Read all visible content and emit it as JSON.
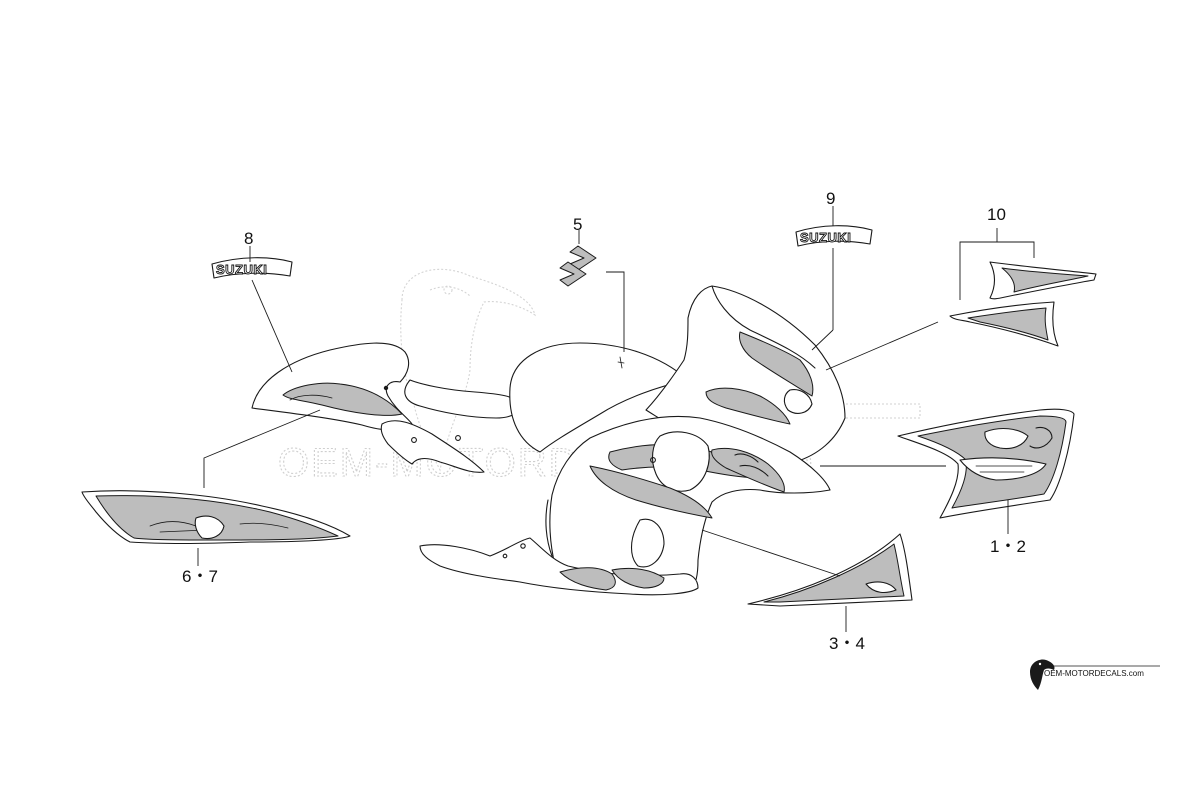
{
  "watermark": {
    "text": "OEM-MOTORDECALS.com"
  },
  "emblems": {
    "left": "SUZUKI",
    "right": "SUZUKI"
  },
  "callouts": {
    "c1": "1・2",
    "c2": "3・4",
    "c3": "5",
    "c4": "6・7",
    "c5": "8",
    "c6": "9",
    "c7": "10"
  },
  "footer": {
    "site": "OEM-MOTORDECALS.com"
  },
  "colors": {
    "line": "#1a1a1a",
    "decal_fill": "#bdbdbd",
    "watermark": "#cfcfcf"
  }
}
